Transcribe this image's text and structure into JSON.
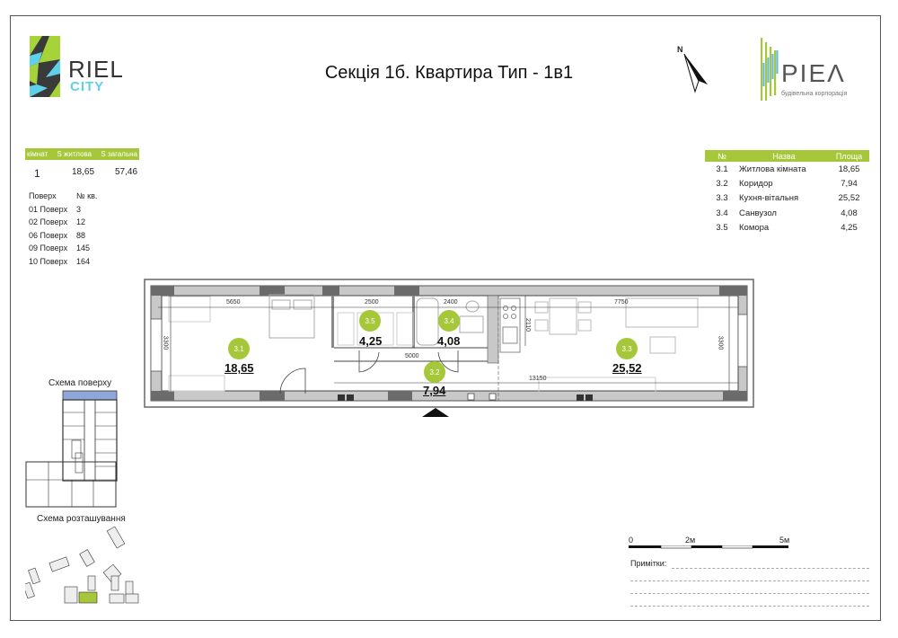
{
  "title": "Секція 1б. Квартира Тип - 1в1",
  "logo_left": {
    "word": "RIEL",
    "sub": "CITY",
    "icon": "riel-city-logo-icon"
  },
  "logo_right": {
    "word": "PIEΛ",
    "sub": "будівельна корпорація",
    "icon": "piel-logo-icon"
  },
  "north_arrow": {
    "label": "N",
    "icon": "north-arrow-icon"
  },
  "summary": {
    "headers": [
      "кімнат",
      "S житлова",
      "S загальна"
    ],
    "values": [
      "1",
      "18,65",
      "57,46"
    ]
  },
  "floors": {
    "headers": [
      "Поверх",
      "№ кв."
    ],
    "rows": [
      [
        "01 Поверх",
        "3"
      ],
      [
        "02 Поверх",
        "12"
      ],
      [
        "06 Поверх",
        "88"
      ],
      [
        "09 Поверх",
        "145"
      ],
      [
        "10 Поверх",
        "164"
      ]
    ]
  },
  "rooms": {
    "headers": [
      "№",
      "Назва",
      "Площа"
    ],
    "rows": [
      [
        "3.1",
        "Житлова кімната",
        "18,65"
      ],
      [
        "3.2",
        "Коридор",
        "7,94"
      ],
      [
        "3.3",
        "Кухня-вітальня",
        "25,52"
      ],
      [
        "3.4",
        "Санвузол",
        "4,08"
      ],
      [
        "3.5",
        "Комора",
        "4,25"
      ]
    ]
  },
  "plan": {
    "badges": [
      {
        "id": "3.1",
        "area": "18,65"
      },
      {
        "id": "3.5",
        "area": "4,25"
      },
      {
        "id": "3.4",
        "area": "4,08"
      },
      {
        "id": "3.2",
        "area": "7,94"
      },
      {
        "id": "3.3",
        "area": "25,52"
      }
    ],
    "dims": {
      "d5650": "5650",
      "d2500": "2500",
      "d2400": "2400",
      "d7750": "7750",
      "d5000": "5000",
      "d13150": "13150",
      "d3300l": "3300",
      "d3300r": "3300",
      "d2110": "2110"
    },
    "entrance_icon": "entrance-arrow-icon"
  },
  "schemes": {
    "floor_label": "Схема поверху",
    "site_label": "Схема розташування"
  },
  "scale": {
    "labels": [
      "0",
      "2м",
      "5м"
    ]
  },
  "notes": {
    "label": "Примітки:"
  },
  "colors": {
    "accent_green": "#a6c73a",
    "logo_cyan": "#5fd0ea",
    "wall_dark": "#6b6b6b",
    "wall_light": "#c8c8c8"
  }
}
